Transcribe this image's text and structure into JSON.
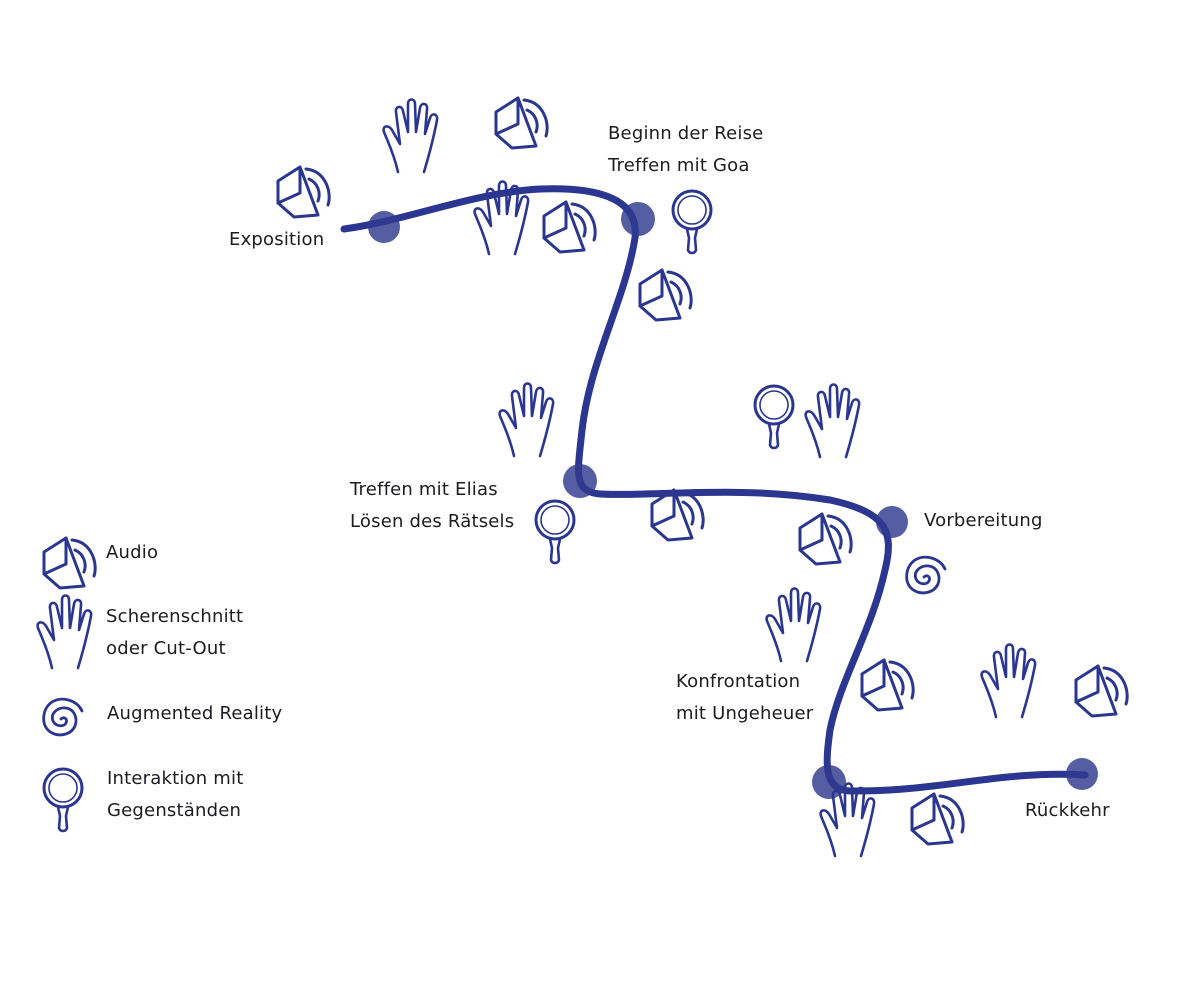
{
  "stages": {
    "exposition": [
      "Exposition"
    ],
    "beginn": [
      "Beginn der Reise",
      "Treffen mit Goa"
    ],
    "elias": [
      "Treffen mit Elias",
      "Lösen des Rätsels"
    ],
    "vorbereitung": [
      "Vorbereitung"
    ],
    "konfrontation": [
      "Konfrontation",
      "mit Ungeheuer"
    ],
    "rueckkehr": [
      "Rückkehr"
    ]
  },
  "legend": [
    {
      "icon": "speaker-icon",
      "lines": [
        "Audio"
      ]
    },
    {
      "icon": "hand-icon",
      "lines": [
        "Scherenschnitt",
        "oder Cut-Out"
      ]
    },
    {
      "icon": "spiral-icon",
      "lines": [
        "Augmented Reality"
      ]
    },
    {
      "icon": "magnifier-icon",
      "lines": [
        "Interaktion mit",
        "Gegenständen"
      ]
    }
  ],
  "colors": {
    "ink": "#2a3690",
    "dot": "#2f3a8f",
    "text": "#1b1b22"
  }
}
